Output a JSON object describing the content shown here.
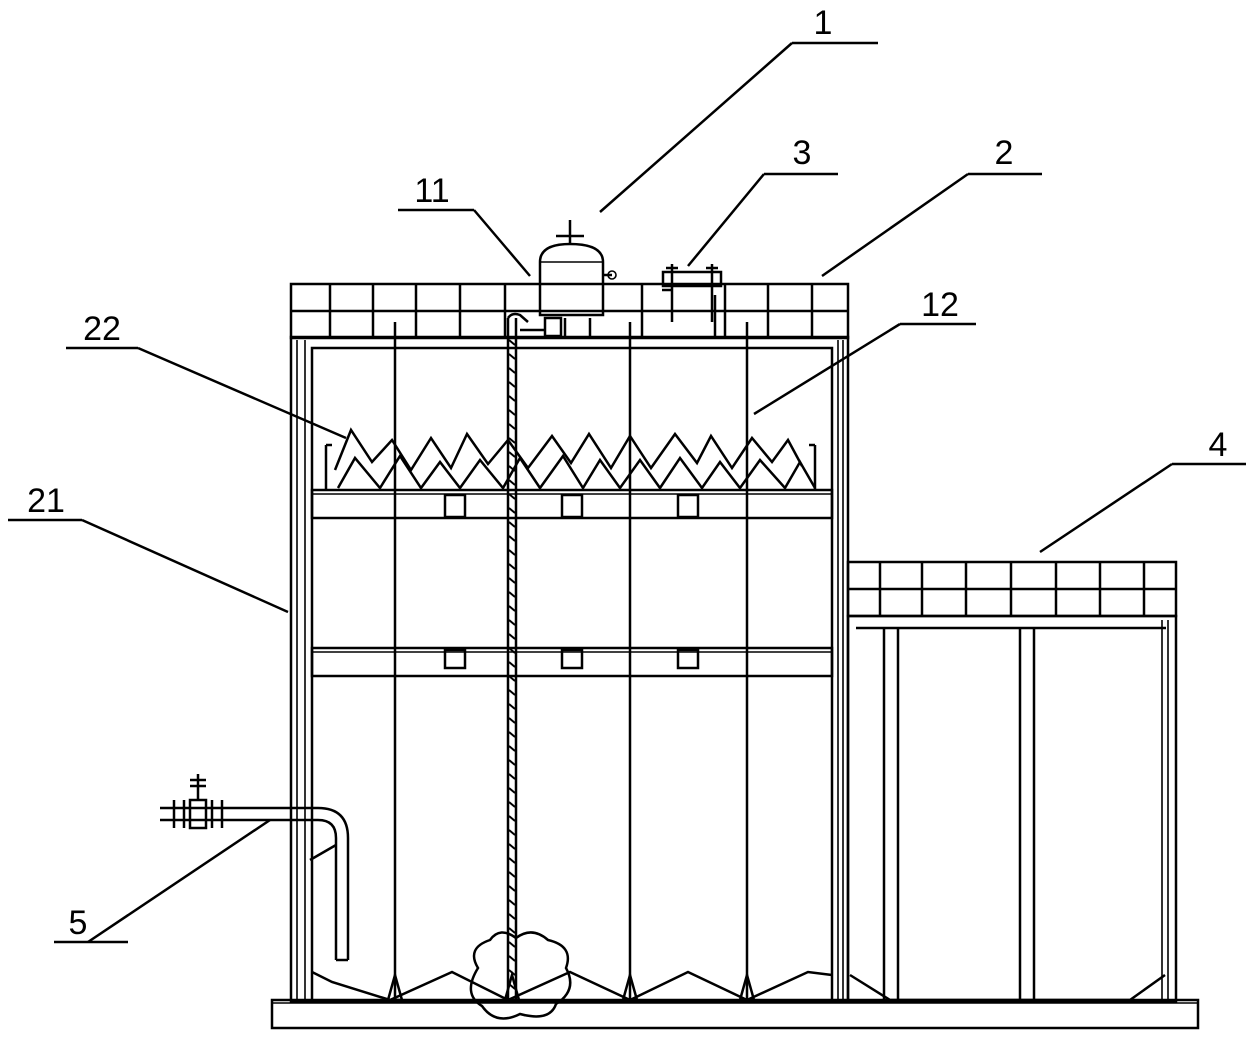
{
  "callouts": {
    "c1": "1",
    "c11": "11",
    "c3": "3",
    "c2": "2",
    "c22": "22",
    "c12": "12",
    "c4": "4",
    "c21": "21",
    "c5": "5"
  },
  "colors": {
    "line": "#000000",
    "background": "#ffffff"
  }
}
